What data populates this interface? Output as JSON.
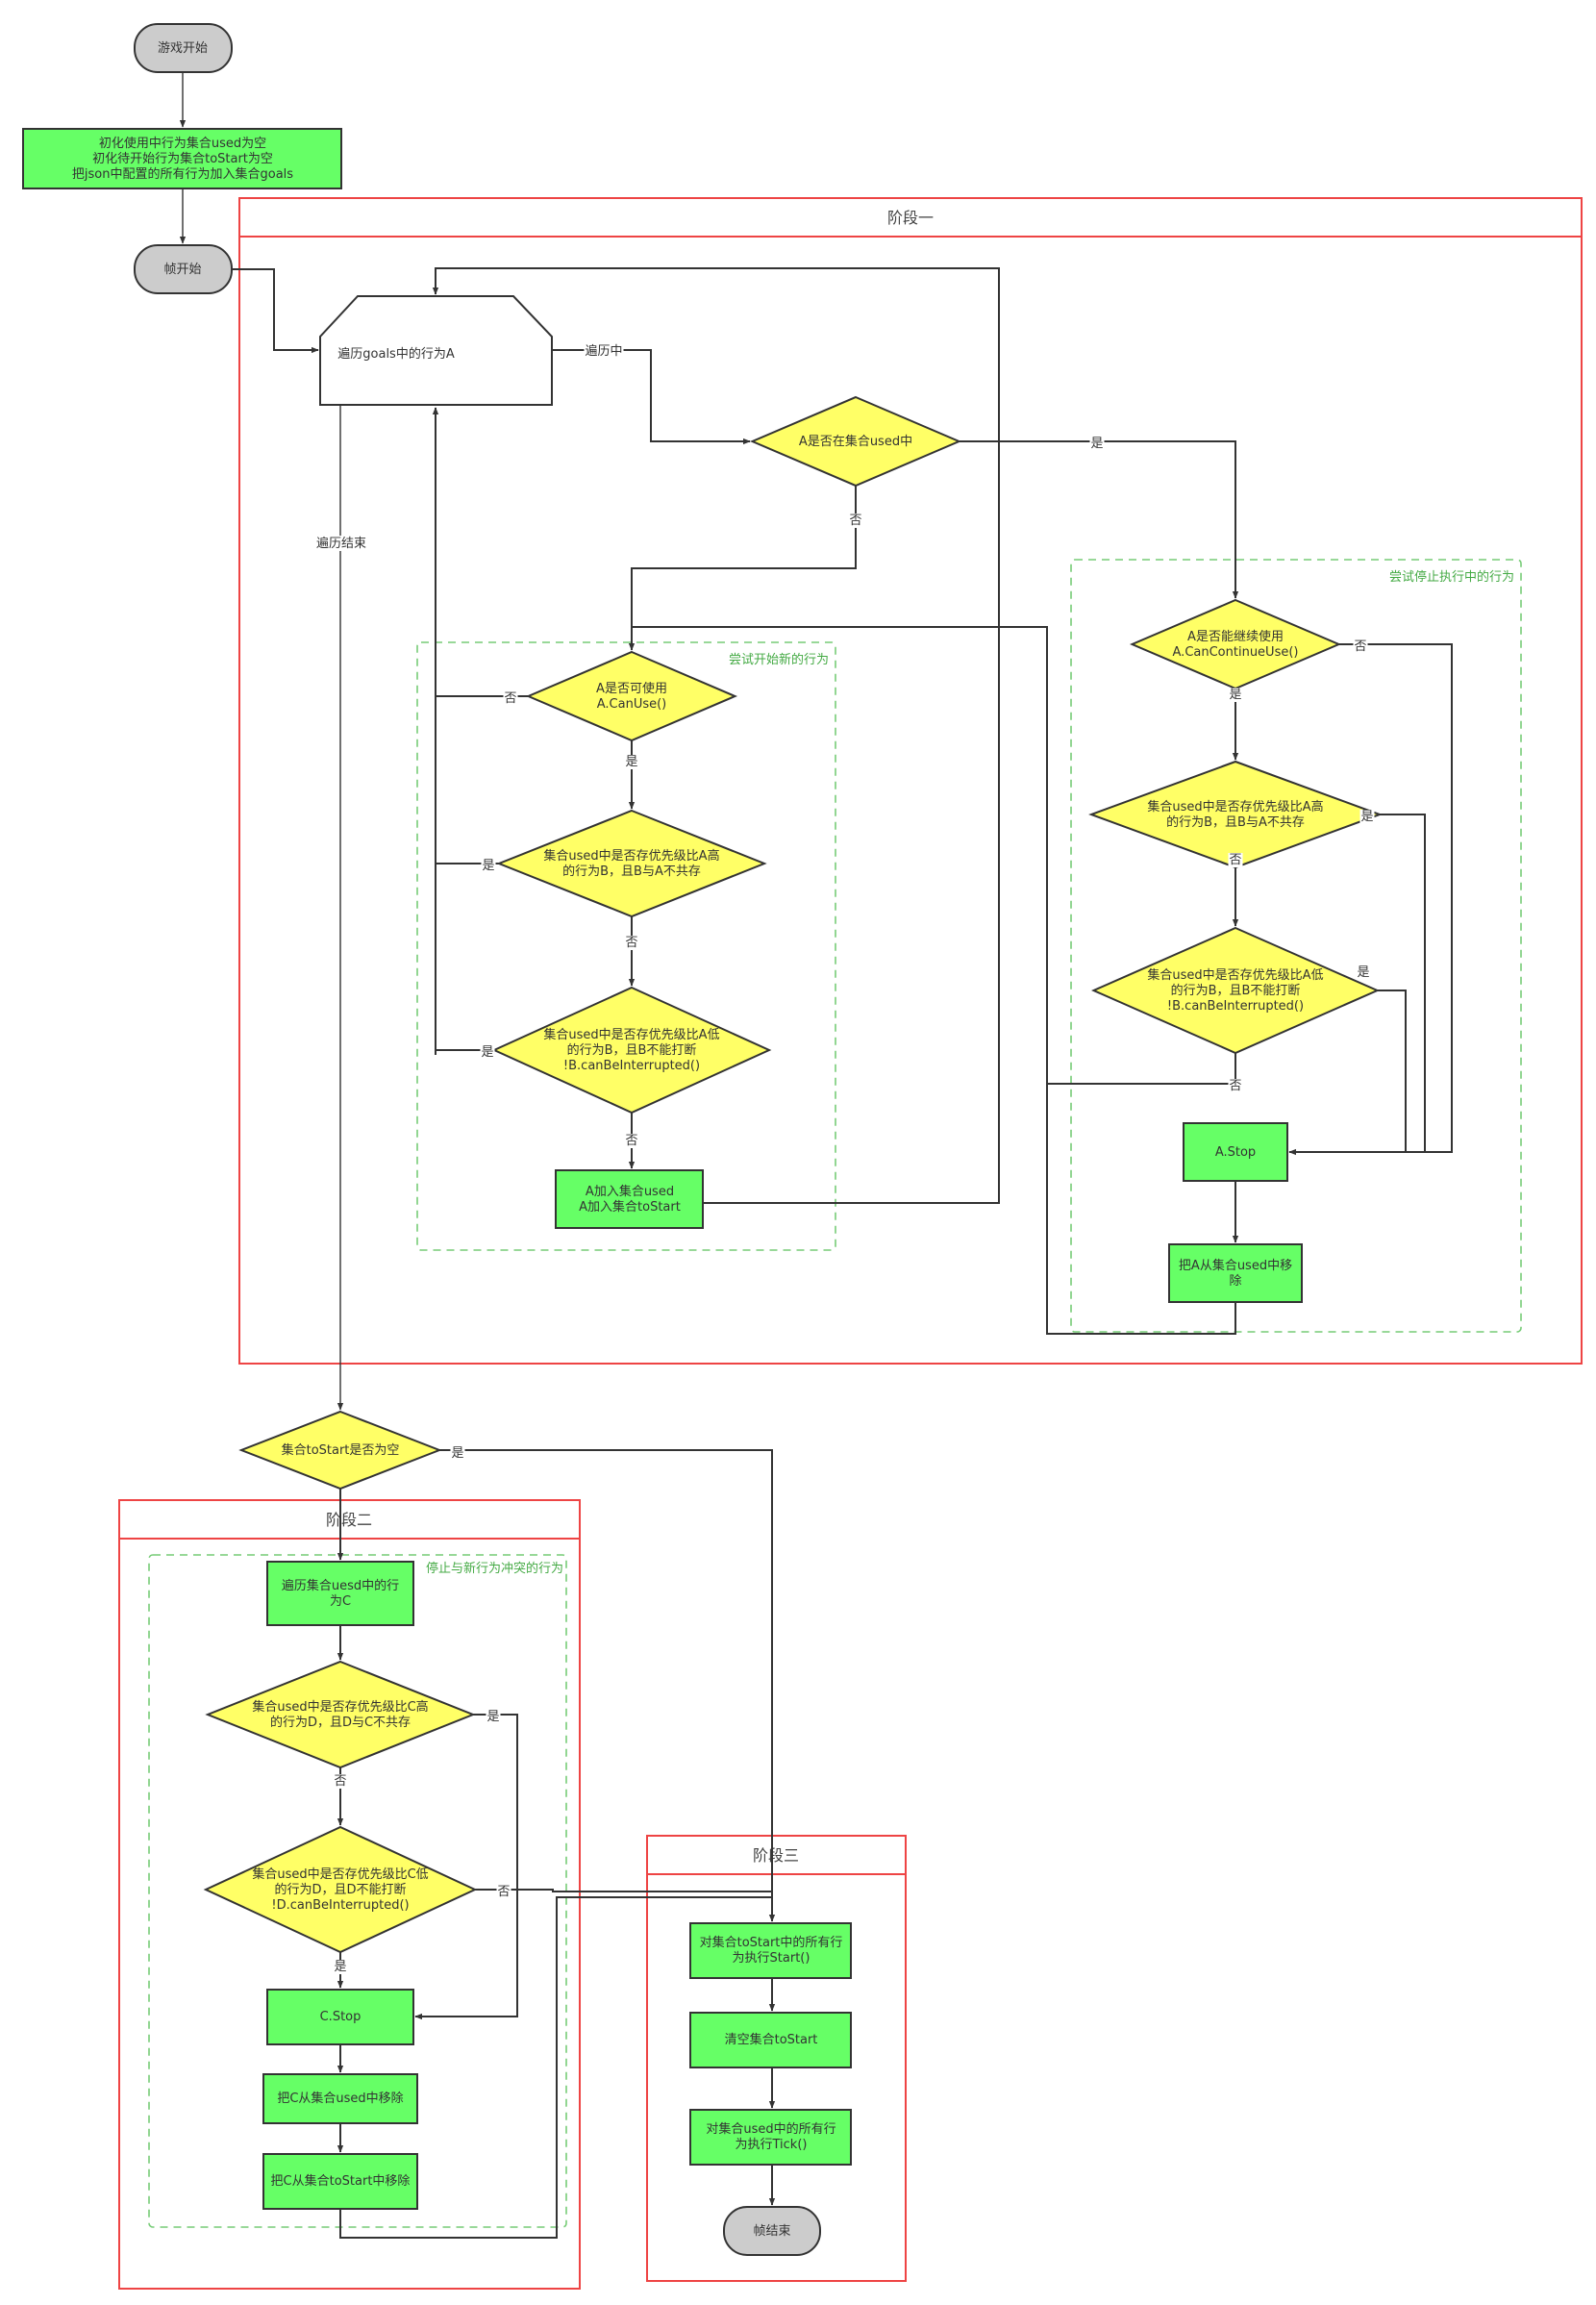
{
  "colors": {
    "terminal_fill": "#cccccc",
    "process_fill": "#66ff66",
    "decision_fill": "#ffff66",
    "loop_fill": "#ffffff",
    "stroke": "#333333",
    "phase_border": "#ee4444",
    "group_border": "#77cc77",
    "group_label": "#44aa44"
  },
  "phases": {
    "phase1": {
      "title": "阶段一"
    },
    "phase2": {
      "title": "阶段二"
    },
    "phase3": {
      "title": "阶段三"
    }
  },
  "groups": {
    "try_start": {
      "label": "尝试开始新的行为"
    },
    "try_stop": {
      "label": "尝试停止执行中的行为"
    },
    "stop_conflict": {
      "label": "停止与新行为冲突的行为"
    }
  },
  "nodes": {
    "game_start": {
      "type": "terminal",
      "lines": [
        "游戏开始"
      ]
    },
    "init": {
      "type": "process",
      "lines": [
        "初化使用中行为集合used为空",
        "初化待开始行为集合toStart为空",
        "把json中配置的所有行为加入集合goals"
      ]
    },
    "frame_start": {
      "type": "terminal",
      "lines": [
        "帧开始"
      ]
    },
    "loop_goals": {
      "type": "loop",
      "lines": [
        "遍历goals中的行为A"
      ]
    },
    "in_used": {
      "type": "decision",
      "lines": [
        "A是否在集合used中"
      ]
    },
    "can_use": {
      "type": "decision",
      "lines": [
        "A是否可使用",
        "A.CanUse()"
      ]
    },
    "start_higher": {
      "type": "decision",
      "lines": [
        "集合used中是否存优先级比A高",
        "的行为B，且B与A不共存"
      ]
    },
    "start_lower": {
      "type": "decision",
      "lines": [
        "集合used中是否存优先级比A低",
        "的行为B，且B不能打断",
        "!B.canBeInterrupted()"
      ]
    },
    "add_a": {
      "type": "process",
      "lines": [
        "A加入集合used",
        "A加入集合toStart"
      ]
    },
    "can_continue": {
      "type": "decision",
      "lines": [
        "A是否能继续使用",
        "A.CanContinueUse()"
      ]
    },
    "stop_higher": {
      "type": "decision",
      "lines": [
        "集合used中是否存优先级比A高",
        "的行为B，且B与A不共存"
      ]
    },
    "stop_lower": {
      "type": "decision",
      "lines": [
        "集合used中是否存优先级比A低",
        "的行为B，且B不能打断",
        "!B.canBeInterrupted()"
      ]
    },
    "a_stop": {
      "type": "process",
      "lines": [
        "A.Stop"
      ]
    },
    "remove_a": {
      "type": "process",
      "lines": [
        "把A从集合used中移",
        "除"
      ]
    },
    "tostart_empty": {
      "type": "decision",
      "lines": [
        "集合toStart是否为空"
      ]
    },
    "loop_used": {
      "type": "process",
      "lines": [
        "遍历集合uesd中的行",
        "为C"
      ]
    },
    "c_higher": {
      "type": "decision",
      "lines": [
        "集合used中是否存优先级比C高",
        "的行为D，且D与C不共存"
      ]
    },
    "c_lower": {
      "type": "decision",
      "lines": [
        "集合used中是否存优先级比C低",
        "的行为D，且D不能打断",
        "!D.canBeInterrupted()"
      ]
    },
    "c_stop": {
      "type": "process",
      "lines": [
        "C.Stop"
      ]
    },
    "remove_c_used": {
      "type": "process",
      "lines": [
        "把C从集合used中移除"
      ]
    },
    "remove_c_tostart": {
      "type": "process",
      "lines": [
        "把C从集合toStart中移除"
      ]
    },
    "run_start": {
      "type": "process",
      "lines": [
        "对集合toStart中的所有行",
        "为执行Start()"
      ]
    },
    "clear_tostart": {
      "type": "process",
      "lines": [
        "清空集合toStart"
      ]
    },
    "run_tick": {
      "type": "process",
      "lines": [
        "对集合used中的所有行",
        "为执行Tick()"
      ]
    },
    "frame_end": {
      "type": "terminal",
      "lines": [
        "帧结束"
      ]
    }
  },
  "edge_labels": {
    "iterating": "遍历中",
    "iter_end": "遍历结束",
    "in_used_yes": "是",
    "in_used_no": "否",
    "can_use_no": "否",
    "can_use_yes": "是",
    "start_higher_yes": "是",
    "start_higher_no": "否",
    "start_lower_yes": "是",
    "start_lower_no": "否",
    "can_continue_no": "否",
    "can_continue_yes": "是",
    "stop_higher_yes": "是",
    "stop_higher_no": "否",
    "stop_lower_yes": "是",
    "stop_lower_no": "否",
    "tostart_empty_yes": "是",
    "c_higher_yes": "是",
    "c_higher_no": "否",
    "c_lower_no": "否",
    "c_lower_yes": "是"
  }
}
